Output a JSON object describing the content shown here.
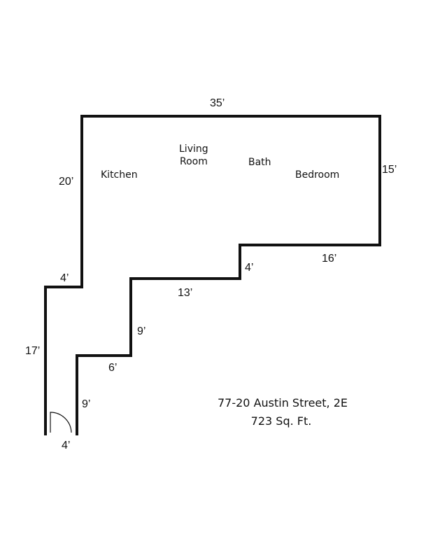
{
  "plan": {
    "dimensions": {
      "top": "35’",
      "left_upper": "20’",
      "right": "15’",
      "bottom_right": "16’",
      "step_right": "4’",
      "ledge": "4’",
      "mid_bottom": "13’",
      "mid_step": "9’",
      "left_lower": "17’",
      "lower_step": "6’",
      "entry_right": "9’",
      "entry_bottom": "4’"
    },
    "rooms": {
      "kitchen": "Kitchen",
      "living_line1": "Living",
      "living_line2": "Room",
      "bath": "Bath",
      "bedroom": "Bedroom"
    },
    "address": "77-20 Austin Street, 2E",
    "area": "723 Sq. Ft."
  }
}
